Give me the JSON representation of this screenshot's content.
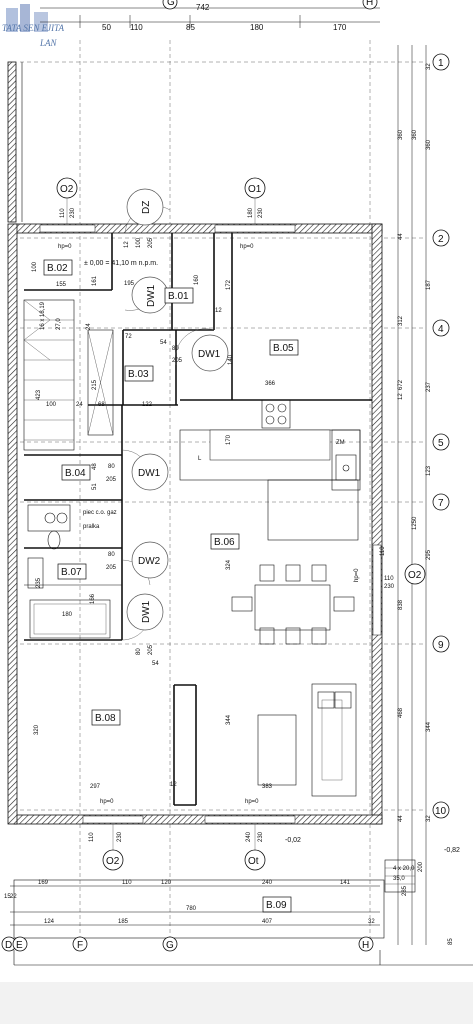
{
  "logo": {
    "line1": "TATA SEN EJITA",
    "line2": "LAN"
  },
  "top_dims": {
    "total": "742",
    "segments": [
      "50",
      "110",
      "85",
      "180",
      "170"
    ]
  },
  "axes": {
    "top": [
      "O2",
      "O1"
    ],
    "bottom": [
      "O2",
      "Ot"
    ],
    "right": [
      "1",
      "2",
      "4",
      "5",
      "7",
      "9",
      "10"
    ],
    "right_mid": "O2",
    "bottom_letters": [
      "D",
      "E",
      "F",
      "G",
      "H"
    ],
    "top_letter": "G",
    "top_right_letter": "H"
  },
  "rooms": [
    {
      "id": "B.01"
    },
    {
      "id": "B.02"
    },
    {
      "id": "B.03"
    },
    {
      "id": "B.04"
    },
    {
      "id": "B.05"
    },
    {
      "id": "B.06"
    },
    {
      "id": "B.07"
    },
    {
      "id": "B.08"
    },
    {
      "id": "B.09"
    }
  ],
  "doors": [
    "DZ",
    "DW1",
    "DW1",
    "DW1",
    "DW2",
    "DW1"
  ],
  "level_note": "± 0,00 = 41,10 m n.p.m.",
  "hp_labels": [
    "hp=0",
    "hp=0",
    "hp=0",
    "hp=0",
    "hp=0"
  ],
  "stair_note": "16 x 18,19",
  "stair_note2": "27,0",
  "misc": {
    "zm": "ZM",
    "boiler": "piec c.o. gaz",
    "pralka": "pralka",
    "L": "L",
    "level_m002": "-0,02",
    "level_m082": "-0,82",
    "stair_out": "4 x 20,0",
    "stair_out2": "35,0"
  },
  "right_dims": {
    "outer": [
      "32",
      "360",
      "360",
      "360",
      "44",
      "187",
      "237",
      "123",
      "295",
      "344",
      "32"
    ],
    "inner": [
      "312",
      "672",
      "1250",
      "838",
      "468"
    ],
    "more": [
      "44",
      "12",
      "110",
      "230",
      "200",
      "285",
      "85"
    ]
  },
  "bottom_dims": {
    "row1": [
      "169",
      "110",
      "120",
      "240",
      "141"
    ],
    "row2": [
      "780"
    ],
    "row3": [
      "124",
      "185",
      "407",
      "32"
    ],
    "left": [
      "15",
      "22"
    ]
  },
  "interior_dims": [
    "110",
    "230",
    "180",
    "230",
    "100",
    "155",
    "161",
    "195",
    "12",
    "100",
    "205",
    "160",
    "172",
    "12",
    "27,0",
    "24",
    "72",
    "54",
    "80",
    "205",
    "140",
    "366",
    "423",
    "100",
    "24",
    "68",
    "122",
    "12",
    "215",
    "24",
    "48",
    "170",
    "51",
    "80",
    "205",
    "24",
    "98",
    "80",
    "205",
    "324",
    "235",
    "24",
    "166",
    "180",
    "24",
    "80",
    "205",
    "54",
    "320",
    "297",
    "12",
    "344",
    "383",
    "110",
    "230",
    "240",
    "230",
    "12",
    "20"
  ]
}
